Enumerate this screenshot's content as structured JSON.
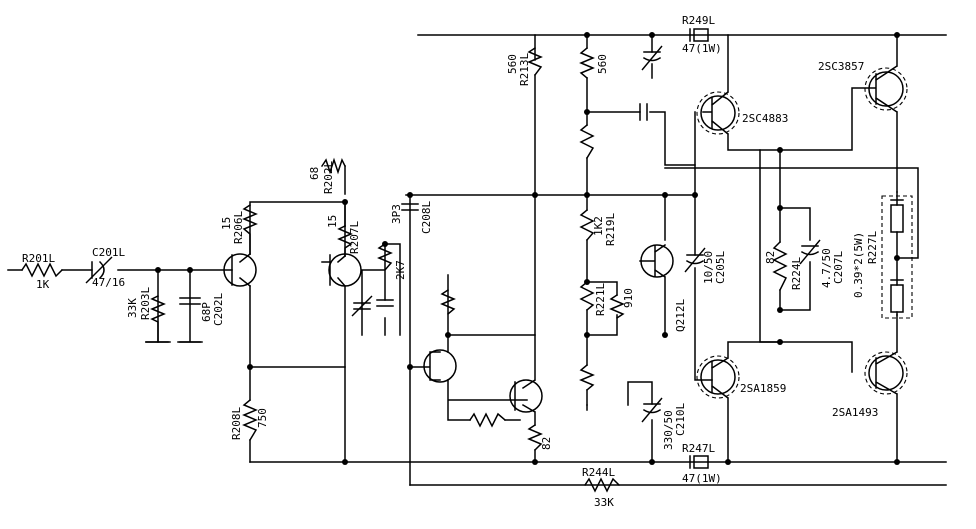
{
  "labels": {
    "r201l": "R201L",
    "r201l_val": "1K",
    "c201l": "C201L",
    "c201l_val": "47/16",
    "r203l": "R203L",
    "r203l_val": "33K",
    "c202l": "C202L",
    "c202l_val": "68P",
    "r206l": "R206L",
    "r206l_val": "15",
    "r208l": "R208L",
    "r208l_val": "750",
    "r202l": "R202L",
    "r202l_val": "68",
    "r207l": "R207L",
    "r207l_val": "15",
    "pot_val": "2K7",
    "c208l": "C208L",
    "c208l_val": "3P3",
    "r213l": "R213L",
    "r213l_val": "560",
    "r560b_val": "560",
    "r219l": "R219L",
    "r219l_val": "1K2",
    "r221l": "R221L",
    "r221l_val": "910",
    "q212l": "Q212L",
    "c205l": "C205L",
    "c205l_val": "10/50",
    "c210l": "C210L",
    "c210l_val": "330/50",
    "r82_val": "82",
    "r224l": "R224L",
    "r224l_val": "82",
    "c207l": "C207L",
    "c207l_val": "4.7/50",
    "r227l": "R227L",
    "r227l_val": "0.39*2(5W)",
    "r249l": "R249L",
    "r249l_val": "47(1W)",
    "r247l": "R247L",
    "r247l_val": "47(1W)",
    "r244l": "R244L",
    "r244l_val": "33K",
    "t_2sc4883": "2SC4883",
    "t_2sc3857": "2SC3857",
    "t_2sa1859": "2SA1859",
    "t_2sa1493": "2SA1493"
  }
}
